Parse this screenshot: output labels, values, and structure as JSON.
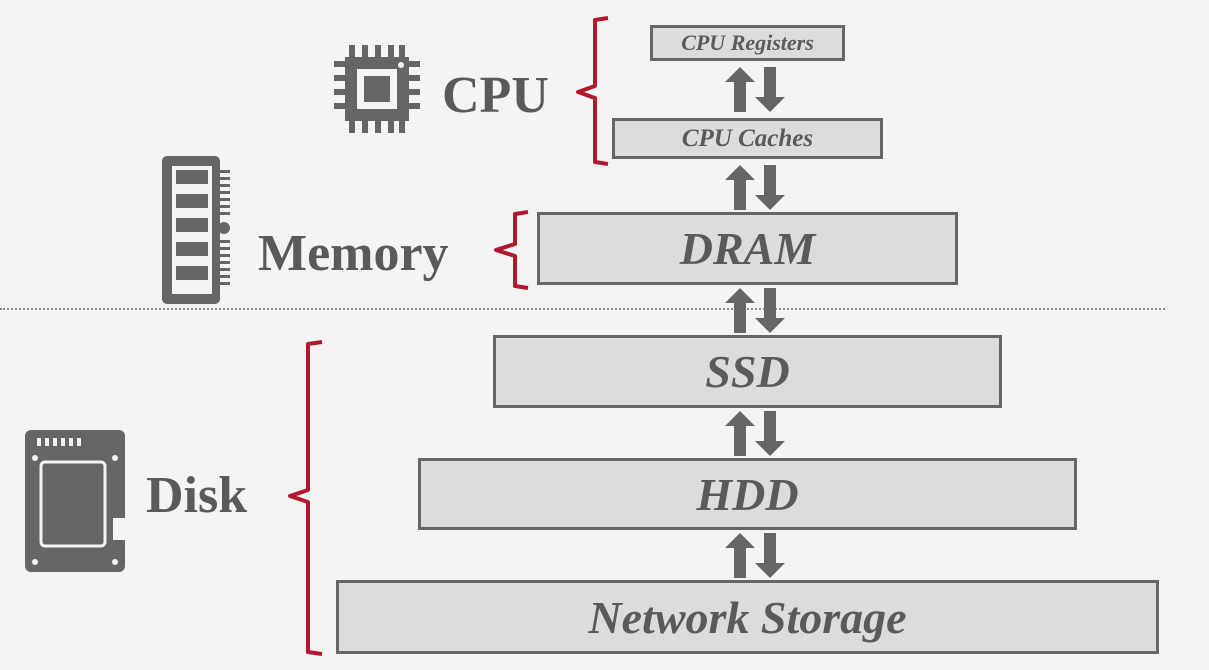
{
  "categories": {
    "cpu": "CPU",
    "memory": "Memory",
    "disk": "Disk"
  },
  "tiers": {
    "cpu_registers": "CPU Registers",
    "cpu_caches": "CPU Caches",
    "dram": "DRAM",
    "ssd": "SSD",
    "hdd": "HDD",
    "network_storage": "Network Storage"
  },
  "icons": {
    "cpu": "cpu-chip-icon",
    "memory": "ram-stick-icon",
    "disk": "ssd-drive-icon"
  },
  "colors": {
    "background": "#f4f4f4",
    "box_fill": "#dcdcdc",
    "box_border": "#666666",
    "text": "#5a5a5a",
    "arrow": "#666666",
    "bracket": "#b5162b"
  }
}
